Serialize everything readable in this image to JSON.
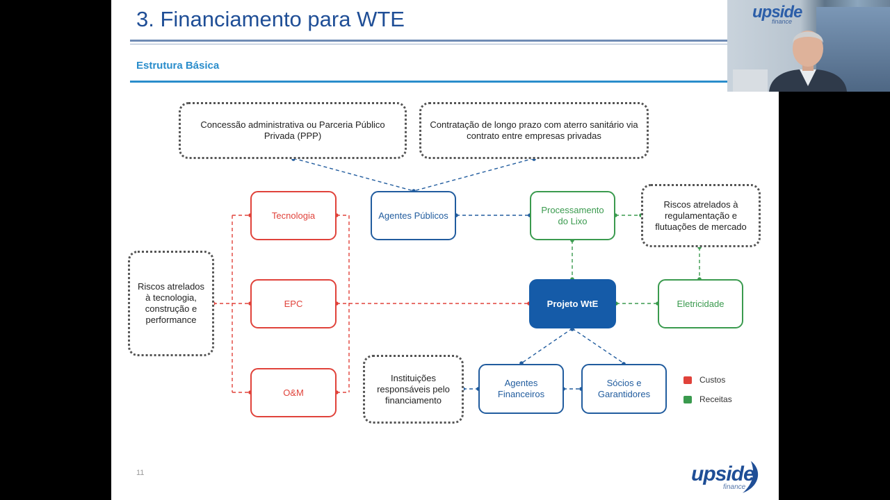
{
  "slide": {
    "title": "3. Financiamento para WTE",
    "subtitle": "Estrutura Básica",
    "page_number": "11",
    "logo_text": "upside",
    "logo_sub": "finance"
  },
  "boxes": {
    "concessao": "Concessão administrativa ou Parceria Público Privada (PPP)",
    "contratacao": "Contratação de longo prazo com aterro sanitário via contrato entre empresas privadas",
    "tecnologia": "Tecnologia",
    "agentes_publicos": "Agentes Públicos",
    "processamento": "Processamento do Lixo",
    "riscos_regulamentacao": "Riscos atrelados à regulamentação e flutuações de mercado",
    "riscos_tecnologia": "Riscos atrelados à tecnologia, construção e performance",
    "epc": "EPC",
    "projeto": "Projeto WtE",
    "eletricidade": "Eletricidade",
    "om": "O&M",
    "instituicoes": "Instituições responsáveis pelo financiamento",
    "agentes_financeiros": "Agentes Financeiros",
    "socios": "Sócios e Garantidores"
  },
  "legend": [
    {
      "label": "Custos",
      "color": "#e0423a"
    },
    {
      "label": "Receitas",
      "color": "#3a9a4e"
    }
  ],
  "colors": {
    "title": "#1f4e96",
    "subtitle": "#2a8dcb",
    "cost": "#e0423a",
    "revenue": "#3a9a4e",
    "agent": "#215c9e"
  },
  "webcam": {
    "logo_text": "upside",
    "logo_sub": "finance"
  }
}
